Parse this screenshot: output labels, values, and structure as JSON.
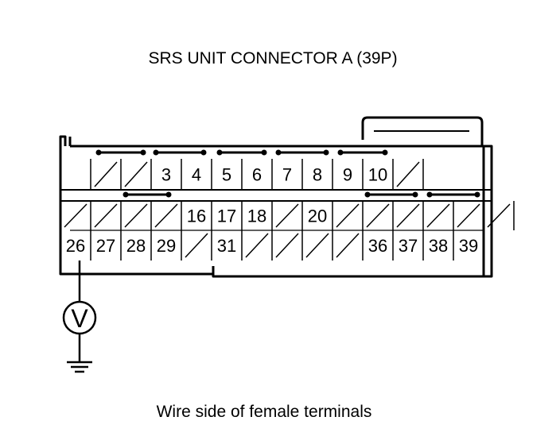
{
  "title": "SRS UNIT CONNECTOR A (39P)",
  "caption": "Wire side of female terminals",
  "meter_symbol": "V",
  "icons": {
    "meter": "voltmeter-icon",
    "ground": "ground-icon"
  },
  "rows": {
    "row1": [
      "",
      "",
      "3",
      "4",
      "5",
      "6",
      "7",
      "8",
      "9",
      "10",
      ""
    ],
    "row2": [
      "",
      "",
      "",
      "",
      "16",
      "17",
      "18",
      "",
      "20",
      "",
      "",
      "",
      "",
      "",
      ""
    ],
    "row3": [
      "26",
      "27",
      "28",
      "29",
      "",
      "31",
      "",
      "",
      "",
      "",
      "36",
      "37",
      "38",
      "39"
    ]
  }
}
